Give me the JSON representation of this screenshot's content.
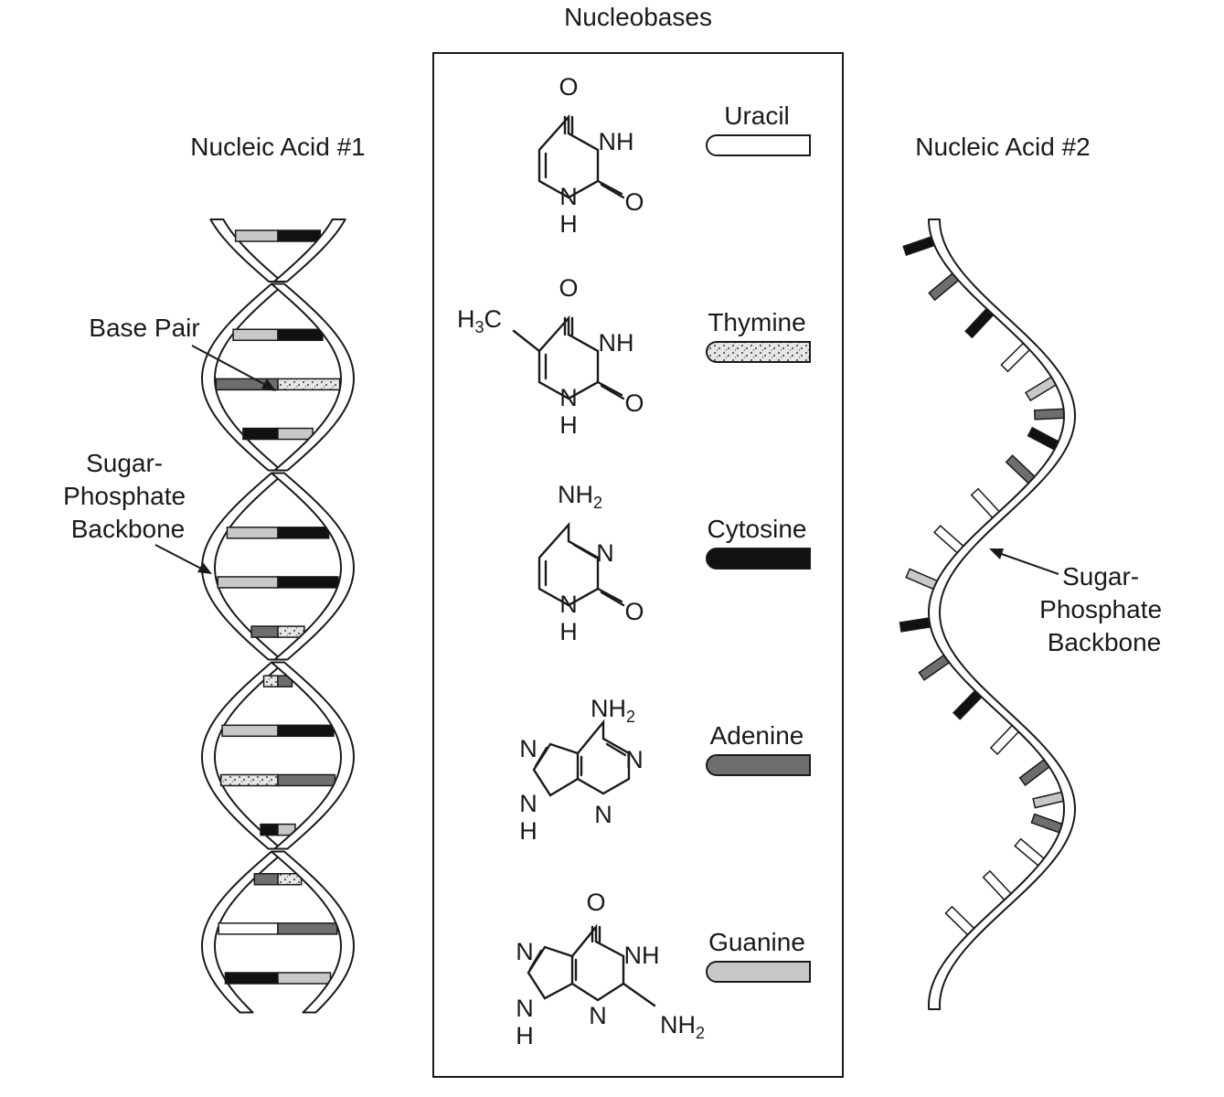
{
  "title": "Nucleobases",
  "left_title": "Nucleic Acid #1",
  "right_title": "Nucleic Acid #2",
  "labels": {
    "base_pair": "Base Pair",
    "left_backbone": [
      "Sugar-",
      "Phosphate",
      "Backbone"
    ],
    "right_backbone": [
      "Sugar-",
      "Phosphate",
      "Backbone"
    ]
  },
  "nucleobases": [
    {
      "name": "Uracil",
      "pattern": "white"
    },
    {
      "name": "Thymine",
      "pattern": "speckled"
    },
    {
      "name": "Cytosine",
      "pattern": "black"
    },
    {
      "name": "Adenine",
      "pattern": "dark-gray"
    },
    {
      "name": "Guanine",
      "pattern": "light-gray"
    }
  ],
  "atoms": {
    "O": "O",
    "N": "N",
    "NH": "NH",
    "H": "H",
    "NH2": "NH",
    "H3C_H": "H",
    "H3C_C": "C",
    "sub2": "2",
    "sub3": "3"
  },
  "colors": {
    "white": "#ffffff",
    "speckled": "#e6e6e6",
    "black": "#111111",
    "dark-gray": "#6e6e6e",
    "light-gray": "#c8c8c8",
    "ink": "#1a1a1a"
  },
  "dna_pairs": [
    [
      "light-gray",
      "black"
    ],
    [
      "white",
      "speckled"
    ],
    [
      "light-gray",
      "black"
    ],
    [
      "dark-gray",
      "speckled"
    ],
    [
      "black",
      "light-gray"
    ],
    [
      "speckled",
      "dark-gray"
    ],
    [
      "light-gray",
      "black"
    ],
    [
      "light-gray",
      "black"
    ],
    [
      "dark-gray",
      "speckled"
    ],
    [
      "speckled",
      "dark-gray"
    ],
    [
      "light-gray",
      "black"
    ],
    [
      "speckled",
      "dark-gray"
    ],
    [
      "black",
      "light-gray"
    ],
    [
      "dark-gray",
      "speckled"
    ],
    [
      "white",
      "dark-gray"
    ],
    [
      "black",
      "light-gray"
    ]
  ],
  "rna_bases": [
    "black",
    "dark-gray",
    "black",
    "white",
    "light-gray",
    "dark-gray",
    "black",
    "dark-gray",
    "white",
    "white",
    "light-gray",
    "black",
    "dark-gray",
    "black",
    "white",
    "dark-gray",
    "light-gray",
    "dark-gray",
    "white",
    "white",
    "white"
  ]
}
